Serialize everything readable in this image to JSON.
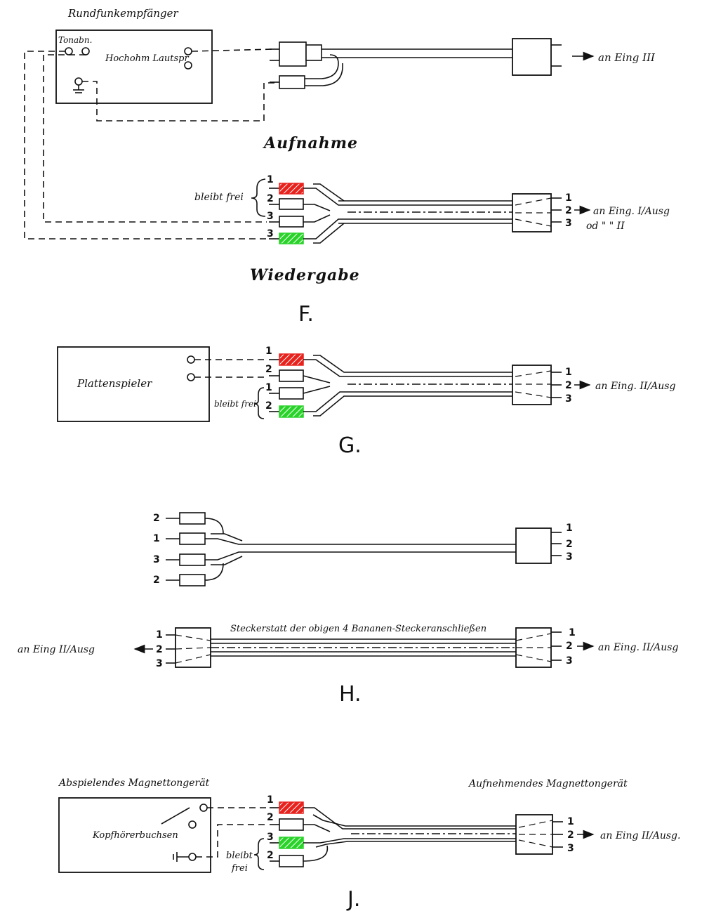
{
  "colors": {
    "red": "#e8231e",
    "green": "#2ad32a",
    "ink": "#111111"
  },
  "fig_f": {
    "receiver_label": "Rundfunkempfänger",
    "tonabn_label": "Tonabn.",
    "speaker_label": "Hochohm Lautspr",
    "aufnahme_label": "Aufnahme",
    "top_dest": "an Eing III",
    "bleibt_frei": "bleibt frei",
    "pins": [
      "1",
      "2",
      "3",
      "3"
    ],
    "connector_pins": [
      "1",
      "2",
      "3"
    ],
    "dest_line1": "an Eing. I/Ausg",
    "dest_line2": "od \"  \" II",
    "wiedergabe_label": "Wiedergabe",
    "figure_label": "F."
  },
  "fig_g": {
    "device_label": "Plattenspieler",
    "pins": [
      "1",
      "2",
      "1",
      "2"
    ],
    "bleibt_frei": "bleibt frei",
    "connector_pins": [
      "1",
      "2",
      "3"
    ],
    "dest": "an Eing. II/Ausg",
    "figure_label": "G."
  },
  "fig_h": {
    "plug_pins": [
      "2",
      "1",
      "3",
      "2"
    ],
    "connector_pins": [
      "1",
      "2",
      "3"
    ],
    "cable_note": "Steckerstatt der obigen 4 Bananen-Steckeranschließen",
    "left_dest": "an Eing II/Ausg",
    "left_pins": [
      "1",
      "2",
      "3"
    ],
    "right_pins": [
      "1",
      "2",
      "3"
    ],
    "right_dest": "an Eing. II/Ausg",
    "figure_label": "H."
  },
  "fig_j": {
    "playing_label": "Abspielendes Magnettongerät",
    "recording_label": "Aufnehmendes Magnettongerät",
    "headphone_label": "Kopfhörerbuchsen",
    "pins": [
      "1",
      "2",
      "3",
      "2"
    ],
    "bleibt_label": "bleibt",
    "frei_label": "frei",
    "connector_pins": [
      "1",
      "2",
      "3"
    ],
    "dest": "an Eing II/Ausg.",
    "figure_label": "J."
  }
}
